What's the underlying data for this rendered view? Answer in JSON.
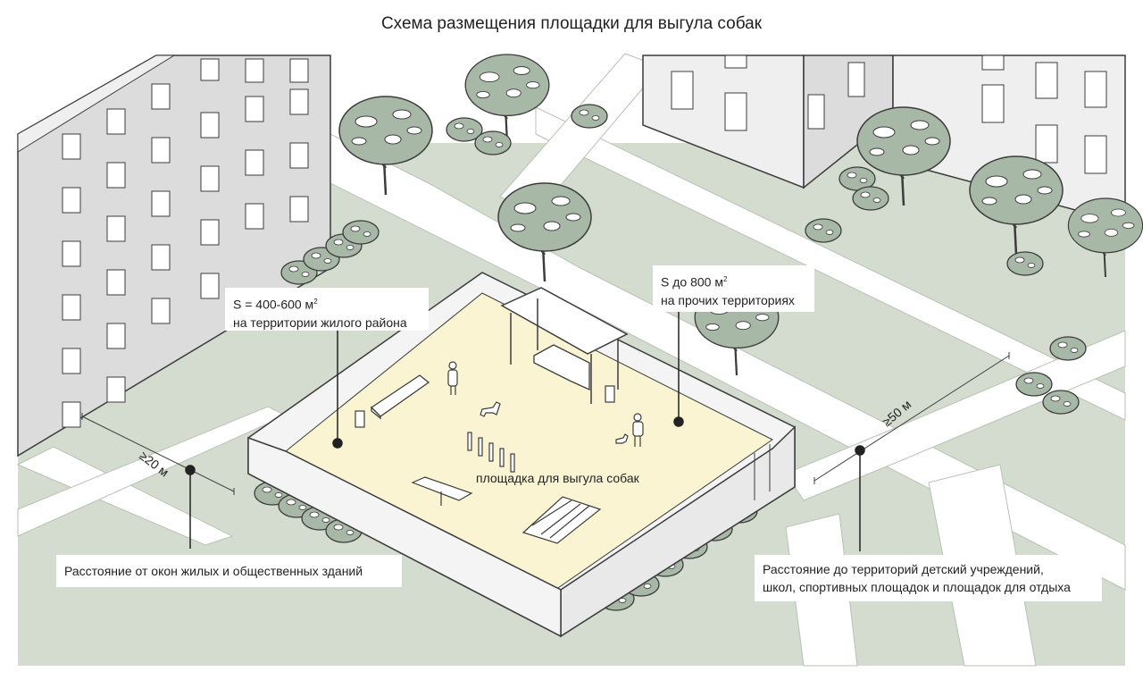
{
  "title": "Схема размещения площадки для выгула собак",
  "callouts": {
    "residential_area": {
      "line1": "S = 400-600 м",
      "sup": "2",
      "line2": "на территории жилого района"
    },
    "other_territories": {
      "line1": "S до 800 м",
      "sup": "2",
      "line2": "на прочих территориях"
    },
    "window_distance": {
      "text": "Расстояние от окон жилых и общественных зданий"
    },
    "facility_distance": {
      "line1": "Расстояние до территорий детский учреждений,",
      "line2": "школ, спортивных площадок и площадок для отдыха"
    }
  },
  "area_label": "площадка для выгула собак",
  "dimensions": {
    "windows": "≥20 м",
    "facilities": "≥50 м"
  },
  "colors": {
    "lawn": "#d3dccf",
    "road": "#ffffff",
    "building_left": "#dcdcdc",
    "building_right": "#efefef",
    "dog_area_fill": "#faf4d2",
    "fence": "#f4f4f4",
    "tree_foliage": "#a8b8a6",
    "outline": "#3c3c3c"
  },
  "icons": [
    "tree-icon",
    "shrub-icon",
    "person-icon",
    "dog-icon",
    "bench-icon",
    "canopy-icon",
    "bin-icon"
  ]
}
